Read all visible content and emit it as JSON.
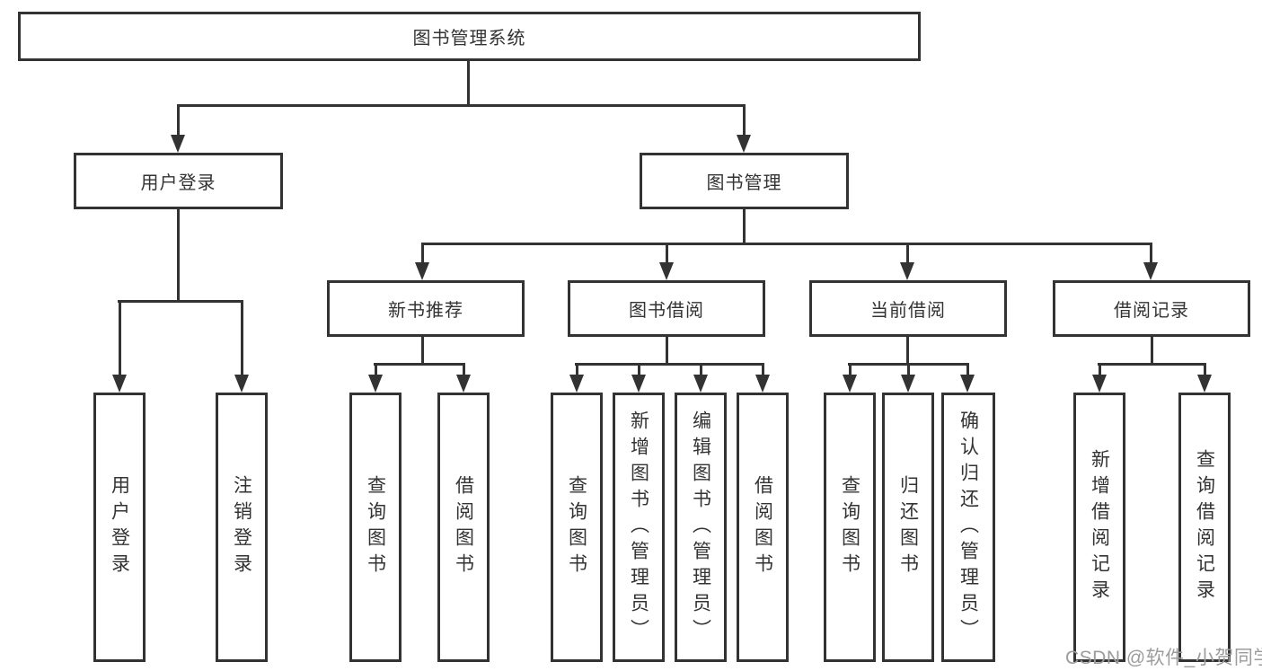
{
  "title": "图书管理系统",
  "watermark": "CSDN @软件_小贺同学",
  "colors": {
    "line": "#333333",
    "text": "#333333",
    "watermark": "#9c9c9c",
    "background": "#ffffff"
  },
  "tree": {
    "root": {
      "label": "图书管理系统",
      "children": [
        {
          "label": "用户登录",
          "children": [
            {
              "label": "用户登录"
            },
            {
              "label": "注销登录"
            }
          ]
        },
        {
          "label": "图书管理",
          "children": [
            {
              "label": "新书推荐",
              "children": [
                {
                  "label": "查询图书"
                },
                {
                  "label": "借阅图书"
                }
              ]
            },
            {
              "label": "图书借阅",
              "children": [
                {
                  "label": "查询图书"
                },
                {
                  "label": "新增图书（管理员）"
                },
                {
                  "label": "编辑图书（管理员）"
                },
                {
                  "label": "借阅图书"
                }
              ]
            },
            {
              "label": "当前借阅",
              "children": [
                {
                  "label": "查询图书"
                },
                {
                  "label": "归还图书"
                },
                {
                  "label": "确认归还（管理员）"
                }
              ]
            },
            {
              "label": "借阅记录",
              "children": [
                {
                  "label": "新增借阅记录"
                },
                {
                  "label": "查询借阅记录"
                }
              ]
            }
          ]
        }
      ]
    }
  }
}
